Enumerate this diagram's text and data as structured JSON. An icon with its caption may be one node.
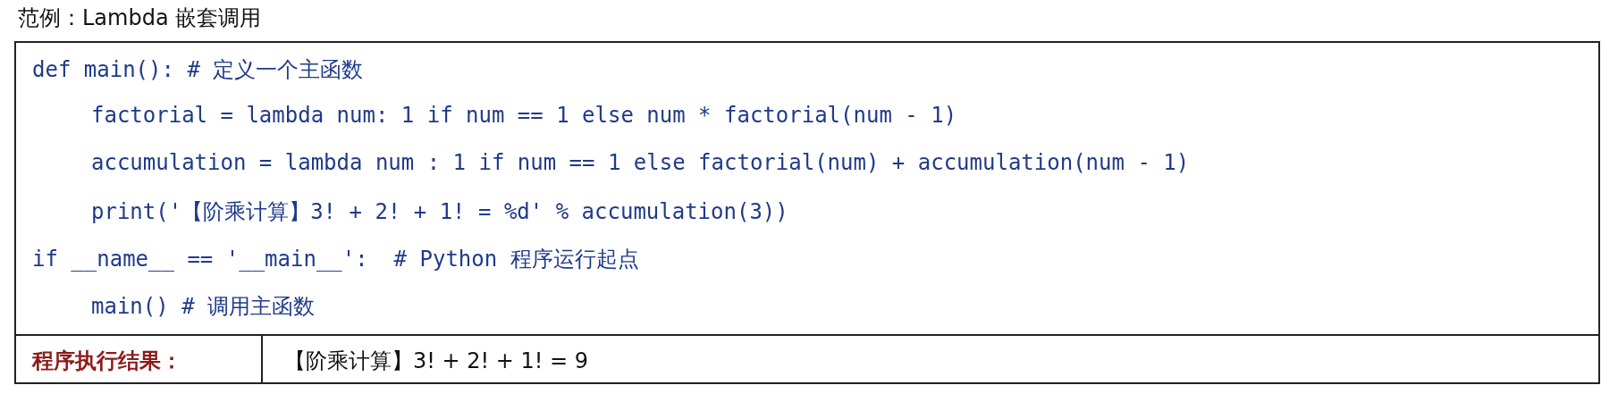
{
  "diagram": {
    "title": "范例：Lambda 嵌套调用",
    "labels": [
      "def main(): # 定义一个主函数",
      "factorial = lambda num: 1 if num == 1 else num * factorial(num - 1)",
      "accumulation = lambda num : 1 if num == 1 else factorial(num) + accumulation(num - 1)",
      "print('【阶乘计算】3! + 2! + 1! = %d' % accumulation(3))",
      "if __name__ == '__main__':  # Python 程序运行起点",
      "main() # 调用主函数",
      "程序执行结果：",
      "【阶乘计算】3! + 2! + 1! = 9"
    ]
  }
}
